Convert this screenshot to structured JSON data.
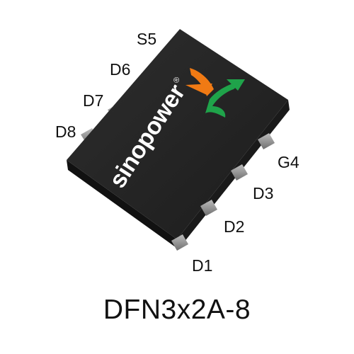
{
  "package": {
    "name": "DFN3x2A-8",
    "brand": "sinopower",
    "registered_mark": "®"
  },
  "pins": {
    "top_side": [
      "S5",
      "D6",
      "D7",
      "D8"
    ],
    "bottom_side": [
      "D1",
      "D2",
      "D3",
      "G4"
    ]
  },
  "colors": {
    "body": "#242424",
    "body_side": "#141414",
    "pad": "#8c8c8c",
    "logo_orange": "#f07a14",
    "logo_green": "#1fa34a",
    "brand_text": "#ffffff",
    "label_text": "#111111"
  },
  "icons": {
    "logo": "sinopower-logo-icon"
  }
}
